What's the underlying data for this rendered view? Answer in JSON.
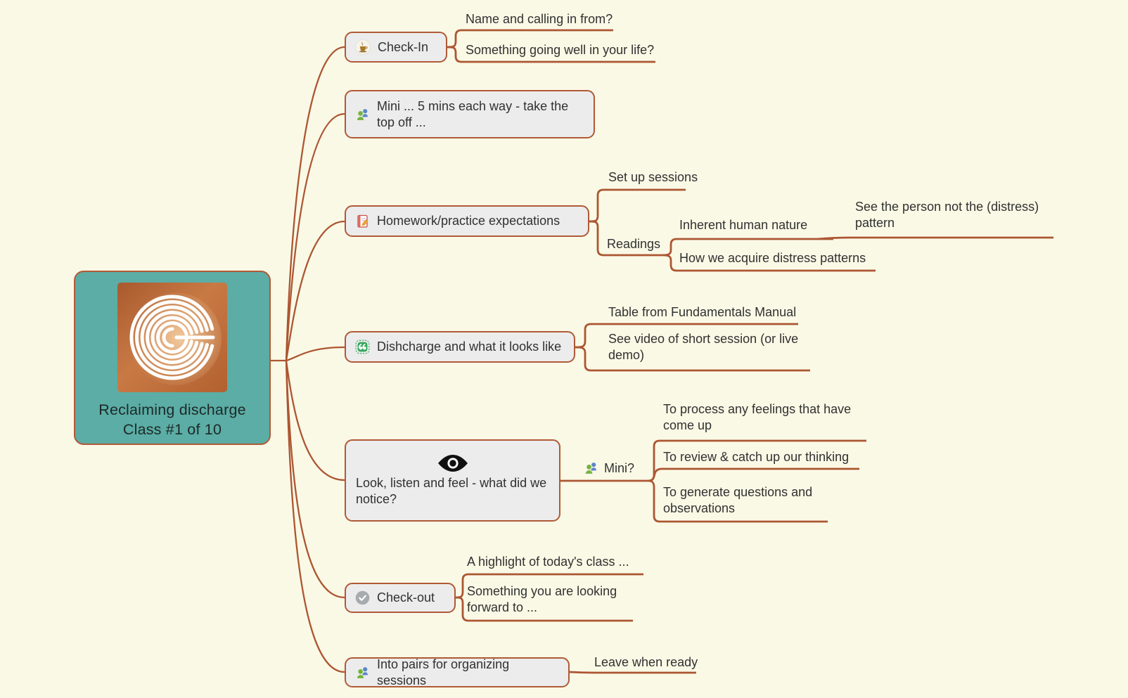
{
  "root": {
    "title_line1": "Reclaiming discharge",
    "title_line2": "Class #1 of 10",
    "icon": "labyrinth-logo"
  },
  "nodes": {
    "check_in": {
      "label": "Check-In",
      "icon": "teacup-icon"
    },
    "name_calling": {
      "label": "Name and calling in from?"
    },
    "something_well": {
      "label": "Something going well in your life?"
    },
    "mini_top_off": {
      "label": "Mini ... 5 mins each way - take the top off ...",
      "icon": "people-icon"
    },
    "homework": {
      "label": "Homework/practice expectations",
      "icon": "memo-icon"
    },
    "set_up_sessions": {
      "label": "Set up sessions"
    },
    "readings": {
      "label": "Readings"
    },
    "inherent_nature": {
      "label": "Inherent human nature"
    },
    "see_person": {
      "label": "See the person not the (distress) pattern"
    },
    "how_acquire": {
      "label": "How we acquire distress patterns"
    },
    "discharge": {
      "label": "Dishcharge and what it looks like",
      "icon": "quote-icon"
    },
    "table_manual": {
      "label": "Table from Fundamentals Manual"
    },
    "see_video": {
      "label": "See video of short session (or live demo)"
    },
    "look_listen": {
      "label": "Look, listen and feel - what did we notice?",
      "icon": "eye-icon"
    },
    "mini_q": {
      "label": "Mini?",
      "icon": "people-icon"
    },
    "to_process": {
      "label": "To process any feelings that have come up"
    },
    "to_review": {
      "label": "To review & catch up our thinking"
    },
    "to_generate": {
      "label": "To generate questions and observations"
    },
    "check_out": {
      "label": "Check-out",
      "icon": "check-icon"
    },
    "highlight": {
      "label": "A highlight of today's class ..."
    },
    "looking_forward": {
      "label": "Something you are looking forward to ..."
    },
    "into_pairs": {
      "label": "Into pairs for organizing sessions",
      "icon": "people-icon"
    },
    "leave_ready": {
      "label": "Leave when ready"
    }
  },
  "colors": {
    "background": "#faf9e6",
    "connector": "#ac5632",
    "node_fill": "#ececec",
    "node_border": "#b05a36",
    "root_fill": "#5bada5",
    "text": "#313131"
  }
}
